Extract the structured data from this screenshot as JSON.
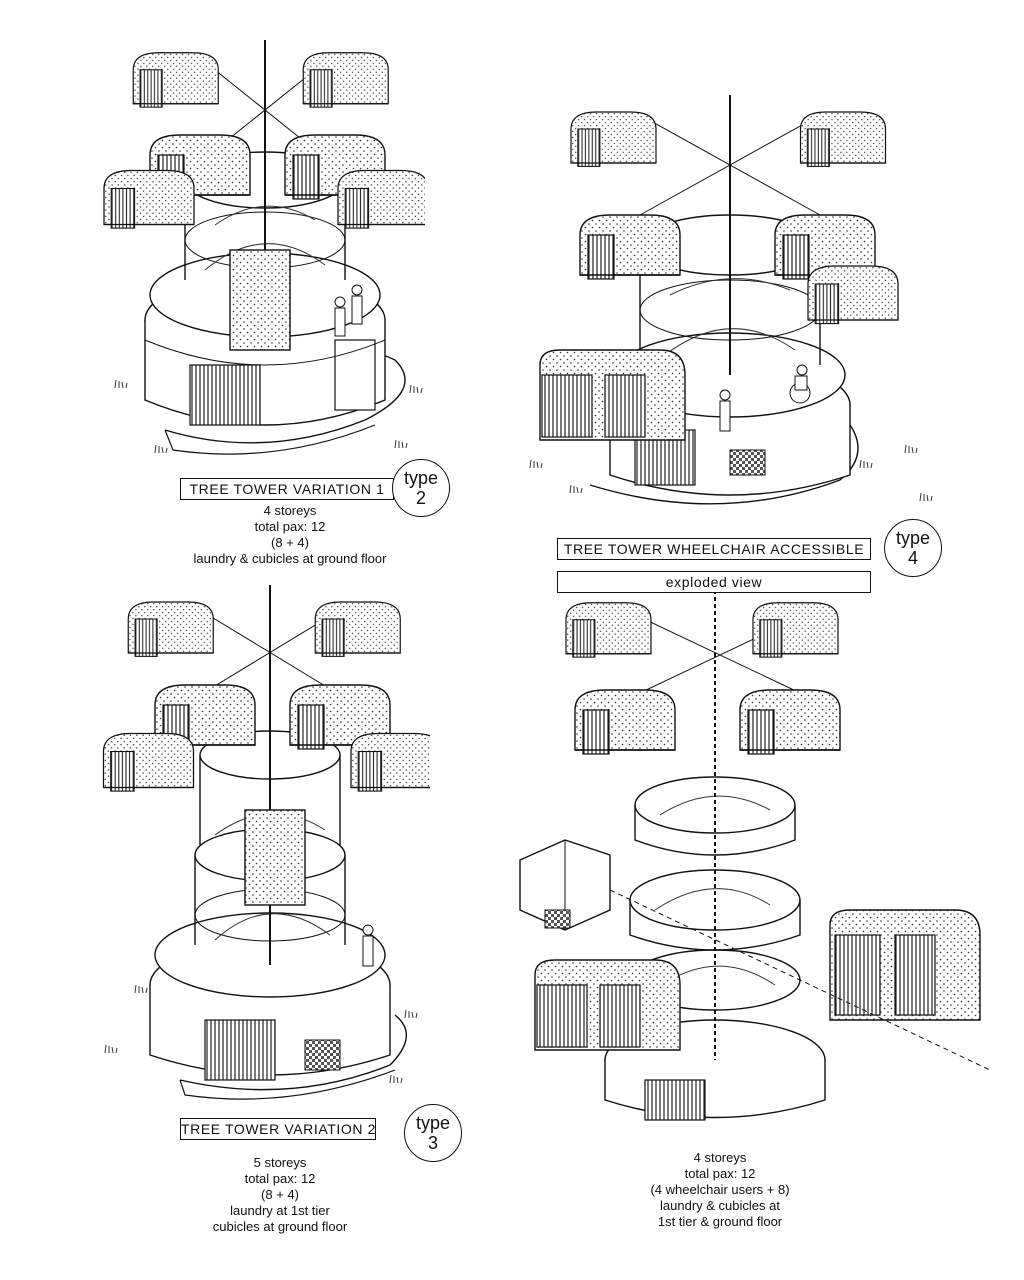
{
  "panels": [
    {
      "title": "TREE TOWER VARIATION 1",
      "badge": {
        "word": "type",
        "number": "2"
      },
      "specs": [
        "4 storeys",
        "total pax: 12",
        "(8 + 4)",
        "laundry & cubicles at ground floor"
      ]
    },
    {
      "title": "TREE TOWER WHEELCHAIR ACCESSIBLE",
      "subtitle": "exploded view",
      "badge": {
        "word": "type",
        "number": "4"
      },
      "specs": [
        "4 storeys",
        "total pax: 12",
        "(4 wheelchair users + 8)",
        "laundry & cubicles at",
        "1st tier & ground floor"
      ]
    },
    {
      "title": "TREE TOWER VARIATION 2",
      "badge": {
        "word": "type",
        "number": "3"
      },
      "specs": [
        "5 storeys",
        "total pax: 12",
        "(8 + 4)",
        "laundry at 1st tier",
        "cubicles at ground floor"
      ]
    }
  ]
}
